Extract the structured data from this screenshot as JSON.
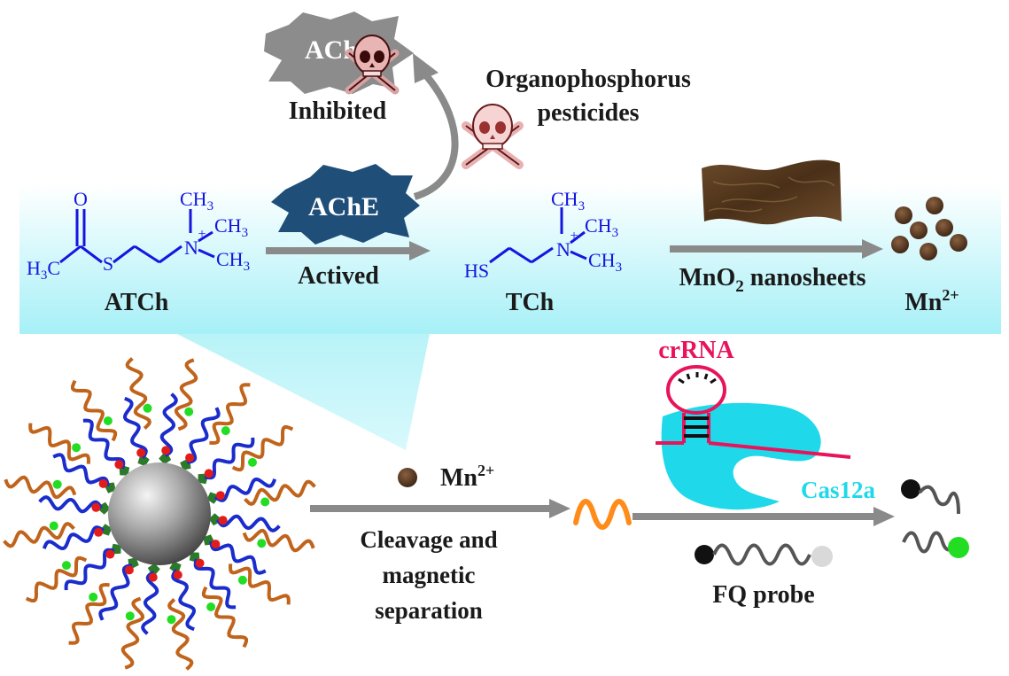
{
  "colors": {
    "panel_top": "#ffffff",
    "panel_bottom": "#a6f0f7",
    "chem_blue": "#1515e0",
    "ache_active": "#1f4e79",
    "ache_inhibited": "#8c8c8c",
    "arrow_gray": "#8a8a8a",
    "crrna_pink": "#e8145a",
    "cas12a_cyan": "#1fd8ea",
    "mn_brown": "#5a3a22",
    "dna_blue": "#1a2ccc",
    "dna_orange": "#c0641c",
    "dot_red": "#e21b1b",
    "dot_green": "#22dd22",
    "wave_orange": "#ff8c1a"
  },
  "top": {
    "enzyme_inhibited": "AChE",
    "inhibited_label": "Inhibited",
    "pesticide_line1": "Organophosphorus",
    "pesticide_line2": "pesticides",
    "enzyme_active": "AChE",
    "activated_label": "Actived",
    "substrate_label": "ATCh",
    "product_label": "TCh",
    "nanosheet_label_pre": "MnO",
    "nanosheet_label_sub": "2",
    "nanosheet_label_post": " nanosheets",
    "ion_label": "Mn",
    "ion_charge": "2+"
  },
  "atch": {
    "o": "O",
    "s": "S",
    "n": "N",
    "plus": "+",
    "methyl": "CH",
    "three": "3",
    "h3c_h": "H",
    "h3c_3": "3",
    "h3c_c": "C"
  },
  "tch": {
    "hs": "HS",
    "n": "N",
    "plus": "+",
    "methyl": "CH",
    "three": "3"
  },
  "bottom": {
    "ion_label": "Mn",
    "ion_charge": "2+",
    "step_line1": "Cleavage and",
    "step_line2": "magnetic",
    "step_line3": "separation",
    "crrna_label": "crRNA",
    "cas_label": "Cas12a",
    "probe_label": "FQ probe"
  }
}
